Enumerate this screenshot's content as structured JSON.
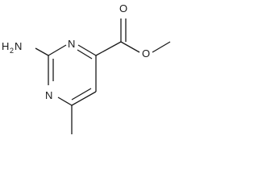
{
  "molecule": {
    "atoms": {
      "amino": {
        "symbol": "H",
        "subscript": "2",
        "tail": "N"
      },
      "ring_n_top": "N",
      "ring_n_bottom": "N",
      "carbonyl_o": "O",
      "ester_o": "O"
    }
  }
}
